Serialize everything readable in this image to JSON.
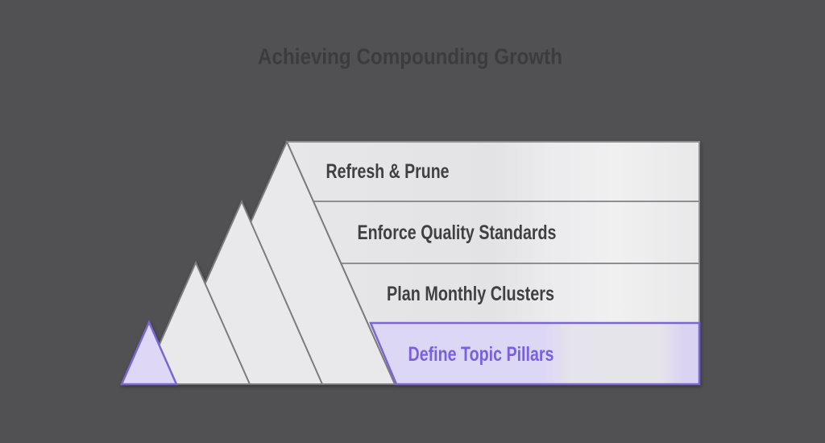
{
  "title": "Achieving Compounding Growth",
  "diagram": {
    "type": "pyramid",
    "orientation": "levels stacked bottom-to-top, label bands extending right",
    "levels": [
      {
        "index": 1,
        "label": "Define Topic Pillars",
        "highlighted": true
      },
      {
        "index": 2,
        "label": "Plan Monthly Clusters",
        "highlighted": false
      },
      {
        "index": 3,
        "label": "Enforce Quality Standards",
        "highlighted": false
      },
      {
        "index": 4,
        "label": "Refresh & Prune",
        "highlighted": false
      }
    ]
  },
  "colors": {
    "background": "#515154",
    "title_text": "#3c3c3f",
    "level_fill": "#e9e9eb",
    "level_fill_sheen": "#f0f0f1",
    "level_border": "#8e8e91",
    "triangle_border": "#7c7c80",
    "level_text": "#3f3f44",
    "highlight_fill": "#ded8f6",
    "highlight_fill_muted": "#e5e3eb",
    "highlight_border": "#7b66d2",
    "highlight_text": "#7a5fe0"
  }
}
